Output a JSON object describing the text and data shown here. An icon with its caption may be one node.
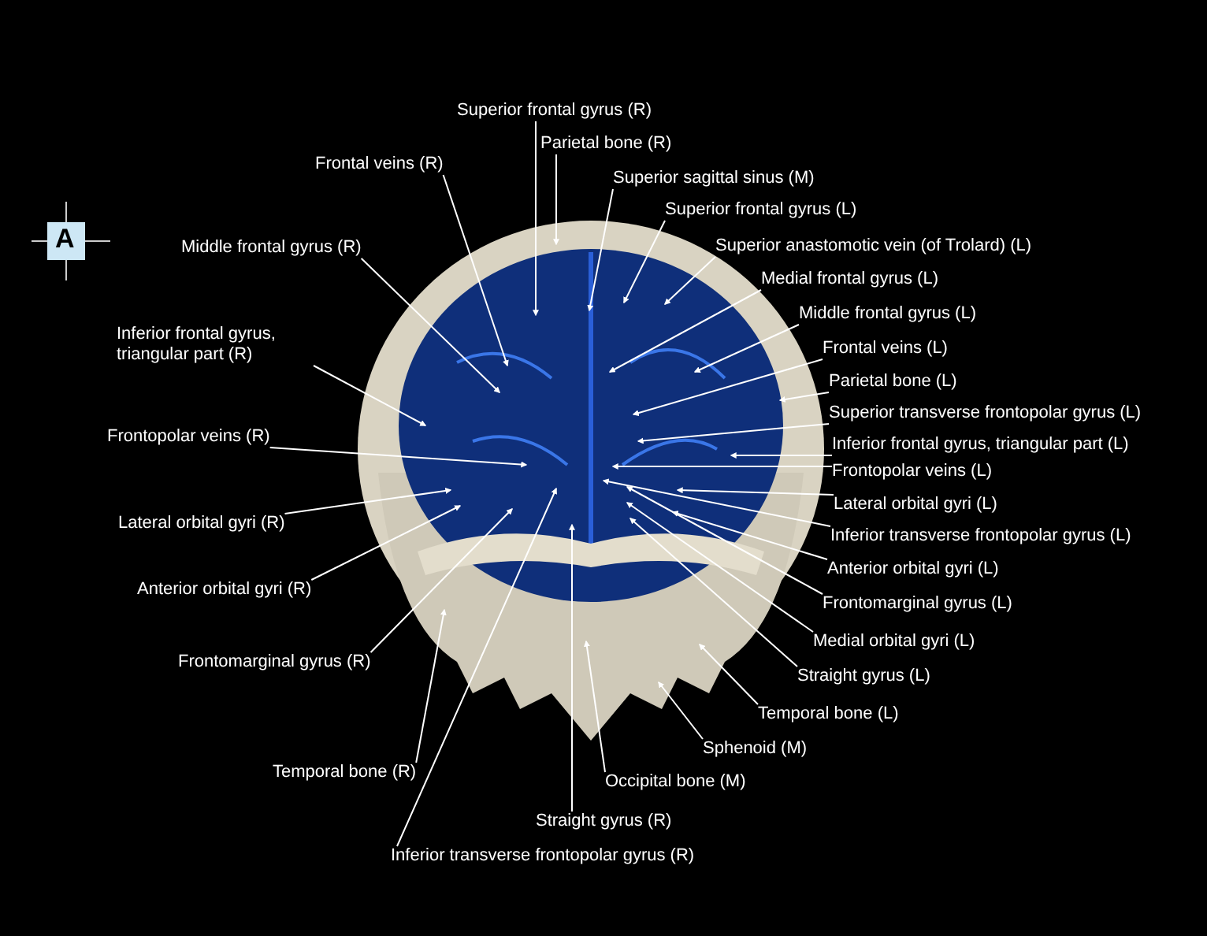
{
  "diagram": {
    "nodes": [
      {
        "text": [
          "Superior frontal gyrus (R)"
        ]
      },
      {
        "text": [
          "Parietal bone (R)"
        ]
      },
      {
        "text": [
          "Frontal veins (R)"
        ]
      },
      {
        "text": [
          "Middle frontal gyrus (R)"
        ]
      },
      {
        "text": [
          "Superior sagittal sinus (M)"
        ]
      },
      {
        "text": [
          "Superior frontal gyrus (L)"
        ]
      },
      {
        "text": [
          "Superior anastomotic vein (of Trolard) (L)"
        ]
      },
      {
        "text": [
          "Inferior frontal gyrus, triangular part (R)"
        ]
      },
      {
        "text": [
          "Medial frontal gyrus (L)"
        ]
      },
      {
        "text": [
          "Middle frontal gyrus (L)"
        ]
      },
      {
        "text": [
          "Frontal veins (L)"
        ]
      },
      {
        "text": [
          "Parietal bone (L)"
        ]
      },
      {
        "text": [
          "Superior transverse frontopolar gyrus (L)"
        ]
      },
      {
        "text": [
          "Frontopolar veins (R)"
        ]
      },
      {
        "text": [
          "Inferior frontal gyrus, triangular part (L)"
        ]
      },
      {
        "text": [
          "Frontopolar veins (L)"
        ]
      },
      {
        "text": [
          "Lateral orbital gyri (R)"
        ]
      },
      {
        "text": [
          "Lateral orbital gyri (L)"
        ]
      },
      {
        "text": [
          "Inferior transverse frontopolar gyrus (L)"
        ]
      },
      {
        "text": [
          "Anterior orbital gyri (L)"
        ]
      },
      {
        "text": [
          "Anterior orbital gyri (R)"
        ]
      },
      {
        "text": [
          "Frontomarginal gyrus (L)"
        ]
      },
      {
        "text": [
          "Medial orbital gyri (L)"
        ]
      },
      {
        "text": [
          "Frontomarginal gyrus (R)"
        ]
      },
      {
        "text": [
          "Straight gyrus (L)"
        ]
      },
      {
        "text": [
          "Temporal bone (L)"
        ]
      },
      {
        "text": [
          "Sphenoid (M)"
        ]
      },
      {
        "text": [
          "Temporal bone (R)"
        ]
      },
      {
        "text": [
          "Occipital bone (M)"
        ]
      },
      {
        "text": [
          "Straight gyrus (R)"
        ]
      },
      {
        "text": [
          "Inferior transverse frontopolar gyrus (R)"
        ]
      }
    ],
    "edges": [
      {
        "from": 0,
        "to": null,
        "arrow": "to"
      },
      {
        "from": 1,
        "to": null,
        "arrow": "to"
      },
      {
        "from": 2,
        "to": null,
        "arrow": "to"
      },
      {
        "from": 3,
        "to": null,
        "arrow": "to"
      },
      {
        "from": 4,
        "to": null,
        "arrow": "to"
      },
      {
        "from": 5,
        "to": null,
        "arrow": "to"
      },
      {
        "from": 6,
        "to": null,
        "arrow": "to"
      },
      {
        "from": 7,
        "to": null,
        "arrow": "to"
      },
      {
        "from": 8,
        "to": null,
        "arrow": "to"
      },
      {
        "from": 9,
        "to": null,
        "arrow": "to"
      },
      {
        "from": 10,
        "to": null,
        "arrow": "to"
      },
      {
        "from": 11,
        "to": null,
        "arrow": "to"
      },
      {
        "from": 12,
        "to": null,
        "arrow": "to"
      },
      {
        "from": 13,
        "to": null,
        "arrow": "to"
      },
      {
        "from": 14,
        "to": null,
        "arrow": "to"
      },
      {
        "from": 15,
        "to": null,
        "arrow": "to"
      },
      {
        "from": 16,
        "to": null,
        "arrow": "to"
      },
      {
        "from": 17,
        "to": null,
        "arrow": "to"
      },
      {
        "from": 18,
        "to": null,
        "arrow": "to"
      },
      {
        "from": 19,
        "to": null,
        "arrow": "to"
      },
      {
        "from": 20,
        "to": null,
        "arrow": "to"
      },
      {
        "from": 21,
        "to": null,
        "arrow": "to"
      },
      {
        "from": 22,
        "to": null,
        "arrow": "to"
      },
      {
        "from": 23,
        "to": null,
        "arrow": "to"
      },
      {
        "from": 24,
        "to": null,
        "arrow": "to"
      },
      {
        "from": 25,
        "to": null,
        "arrow": "to"
      },
      {
        "from": 26,
        "to": null,
        "arrow": "to"
      },
      {
        "from": 27,
        "to": null,
        "arrow": "to"
      },
      {
        "from": 28,
        "to": null,
        "arrow": "to"
      },
      {
        "from": 29,
        "to": null,
        "arrow": "to"
      },
      {
        "from": 30,
        "to": null,
        "arrow": "to"
      }
    ],
    "labels": [
      "A"
    ]
  }
}
